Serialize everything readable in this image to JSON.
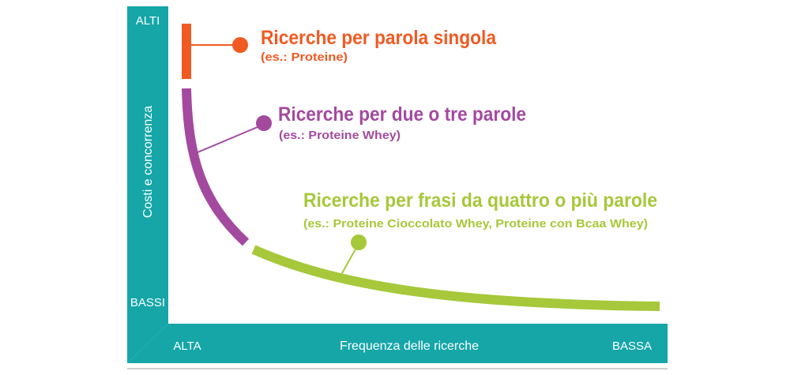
{
  "colors": {
    "teal": "#16a6a8",
    "orange": "#f05a23",
    "purple": "#a34a9f",
    "green": "#a6c83a"
  },
  "y_axis": {
    "top_label": "ALTI",
    "bottom_label": "BASSI",
    "title": "Costi e concorrenza"
  },
  "x_axis": {
    "left_label": "ALTA",
    "title": "Frequenza delle ricerche",
    "right_label": "BASSA"
  },
  "segments": [
    {
      "title": "Ricerche per parola singola",
      "example": "(es.: Proteine)"
    },
    {
      "title": "Ricerche per due o tre parole",
      "example": "(es.: Proteine Whey)"
    },
    {
      "title": "Ricerche per frasi da quattro o più parole",
      "example": "(es.: Proteine Cioccolato Whey, Proteine con Bcaa Whey)"
    }
  ]
}
